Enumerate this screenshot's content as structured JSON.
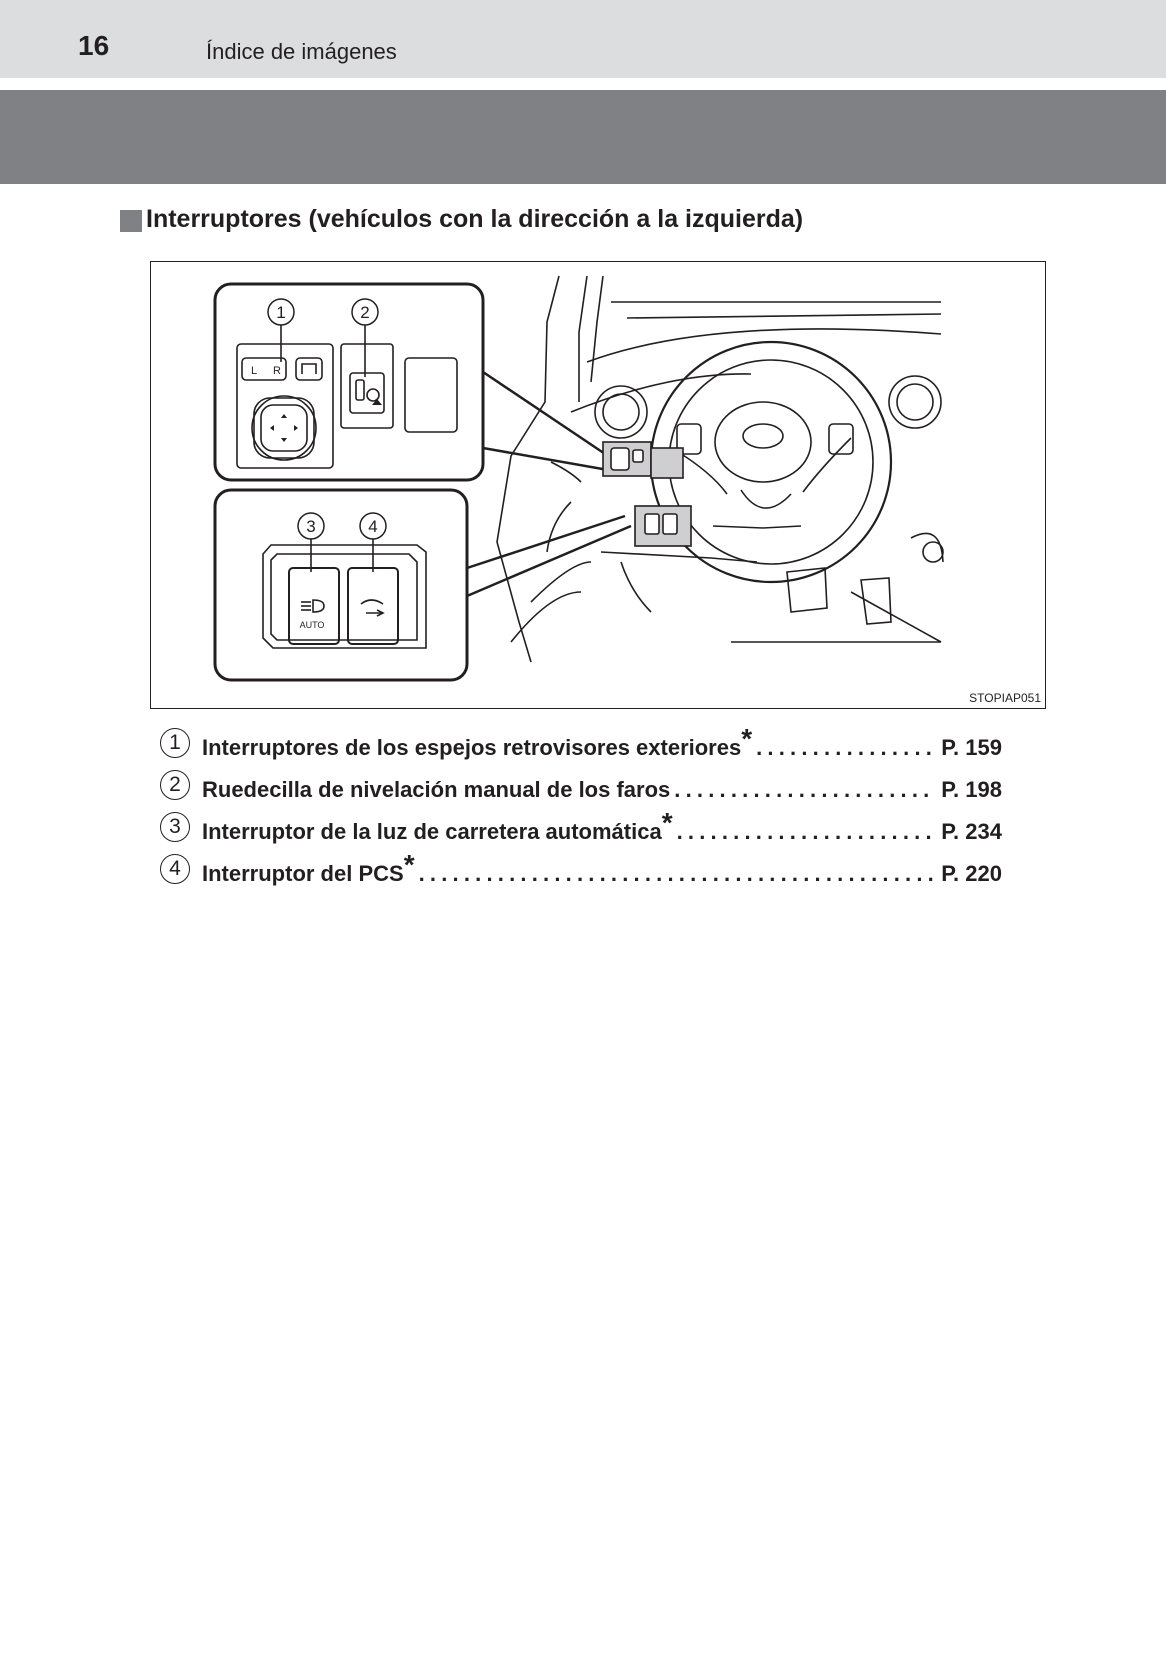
{
  "header": {
    "page_number": "16",
    "running_title": "Índice de imágenes"
  },
  "section": {
    "title": "Interruptores (vehículos con la dirección a la izquierda)"
  },
  "figure": {
    "code": "STOPIAP051",
    "callouts": [
      "1",
      "2",
      "3",
      "4"
    ],
    "switch_labels": {
      "mirror_left": "L",
      "mirror_right": "R",
      "auto_high_beam": "AUTO"
    }
  },
  "legend": {
    "items": [
      {
        "num": "1",
        "label": "Interruptores de los espejos retrovisores exteriores",
        "star": "*",
        "page": "P. 159"
      },
      {
        "num": "2",
        "label": "Ruedecilla de nivelación manual de los faros",
        "star": "",
        "page": "P. 198"
      },
      {
        "num": "3",
        "label": "Interruptor de la luz de carretera automática",
        "star": "*",
        "page": "P. 234"
      },
      {
        "num": "4",
        "label": "Interruptor del PCS",
        "star": "*",
        "page": "P. 220"
      }
    ]
  }
}
